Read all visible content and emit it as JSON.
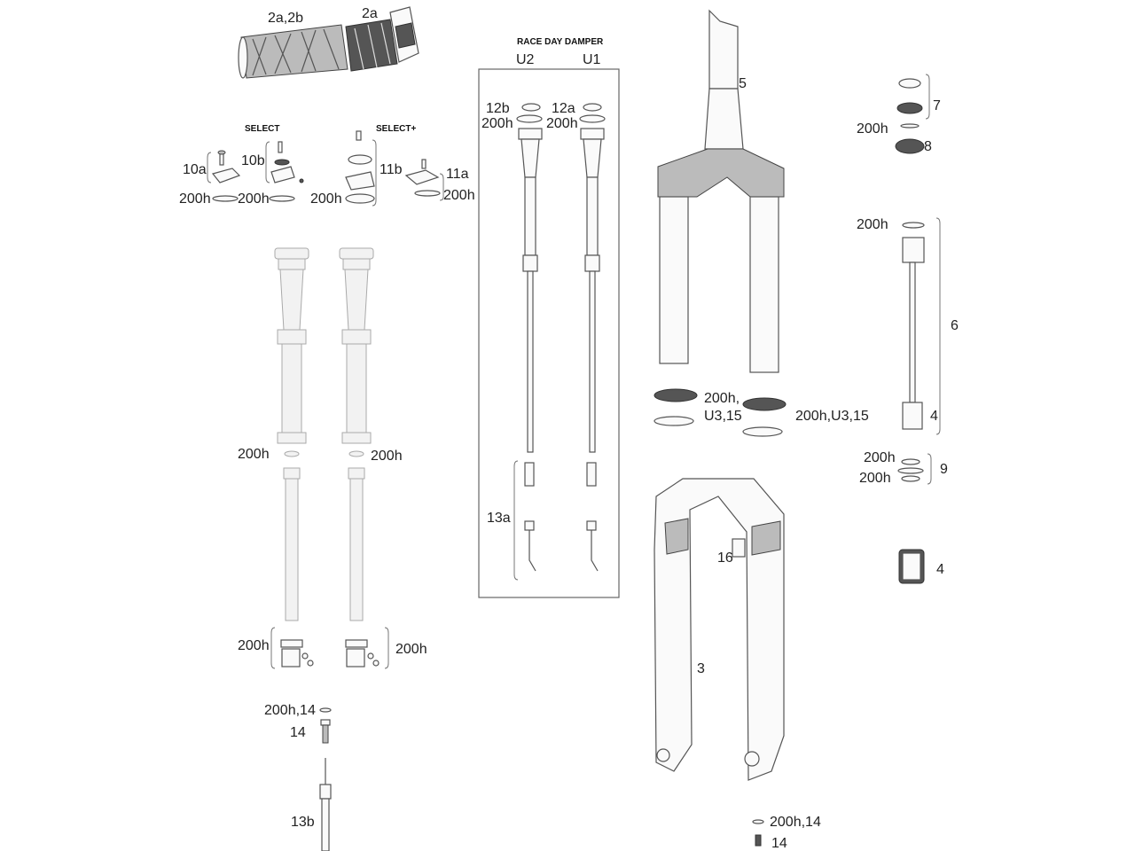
{
  "headers": {
    "select": "SELECT",
    "select_plus": "SELECT+",
    "race_day_damper": "RACE DAY DAMPER",
    "u2": "U2",
    "u1": "U1"
  },
  "labels": {
    "l_2a2b": "2a,2b",
    "l_2a": "2a",
    "l_10a": "10a",
    "l_10b": "10b",
    "l_11b": "11b",
    "l_11a": "11a",
    "l_200h_sel1": "200h",
    "l_200h_sel2": "200h",
    "l_200h_sel3": "200h",
    "l_200h_sel4": "200h",
    "l_12b": "12b",
    "l_12a": "12a",
    "l_200h_u2": "200h",
    "l_200h_u1": "200h",
    "l_13a": "13a",
    "l_5": "5",
    "l_7": "7",
    "l_8": "8",
    "l_200h_7": "200h",
    "l_200h_6": "200h",
    "l_6": "6",
    "l_4a": "4",
    "l_200h_u3_a": "200h,",
    "l_u3_15_a": "U3,15",
    "l_200h_u3_b": "200h,U3,15",
    "l_200h_9a": "200h",
    "l_200h_9b": "200h",
    "l_9": "9",
    "l_4b": "4",
    "l_16": "16",
    "l_3": "3",
    "l_200h_mid_l": "200h",
    "l_200h_mid_r": "200h",
    "l_200h_bot_l": "200h",
    "l_200h_bot_r": "200h",
    "l_200h14_a": "200h,14",
    "l_14_a": "14",
    "l_13b": "13b",
    "l_200h14_b": "200h,14",
    "l_14_b": "14"
  }
}
